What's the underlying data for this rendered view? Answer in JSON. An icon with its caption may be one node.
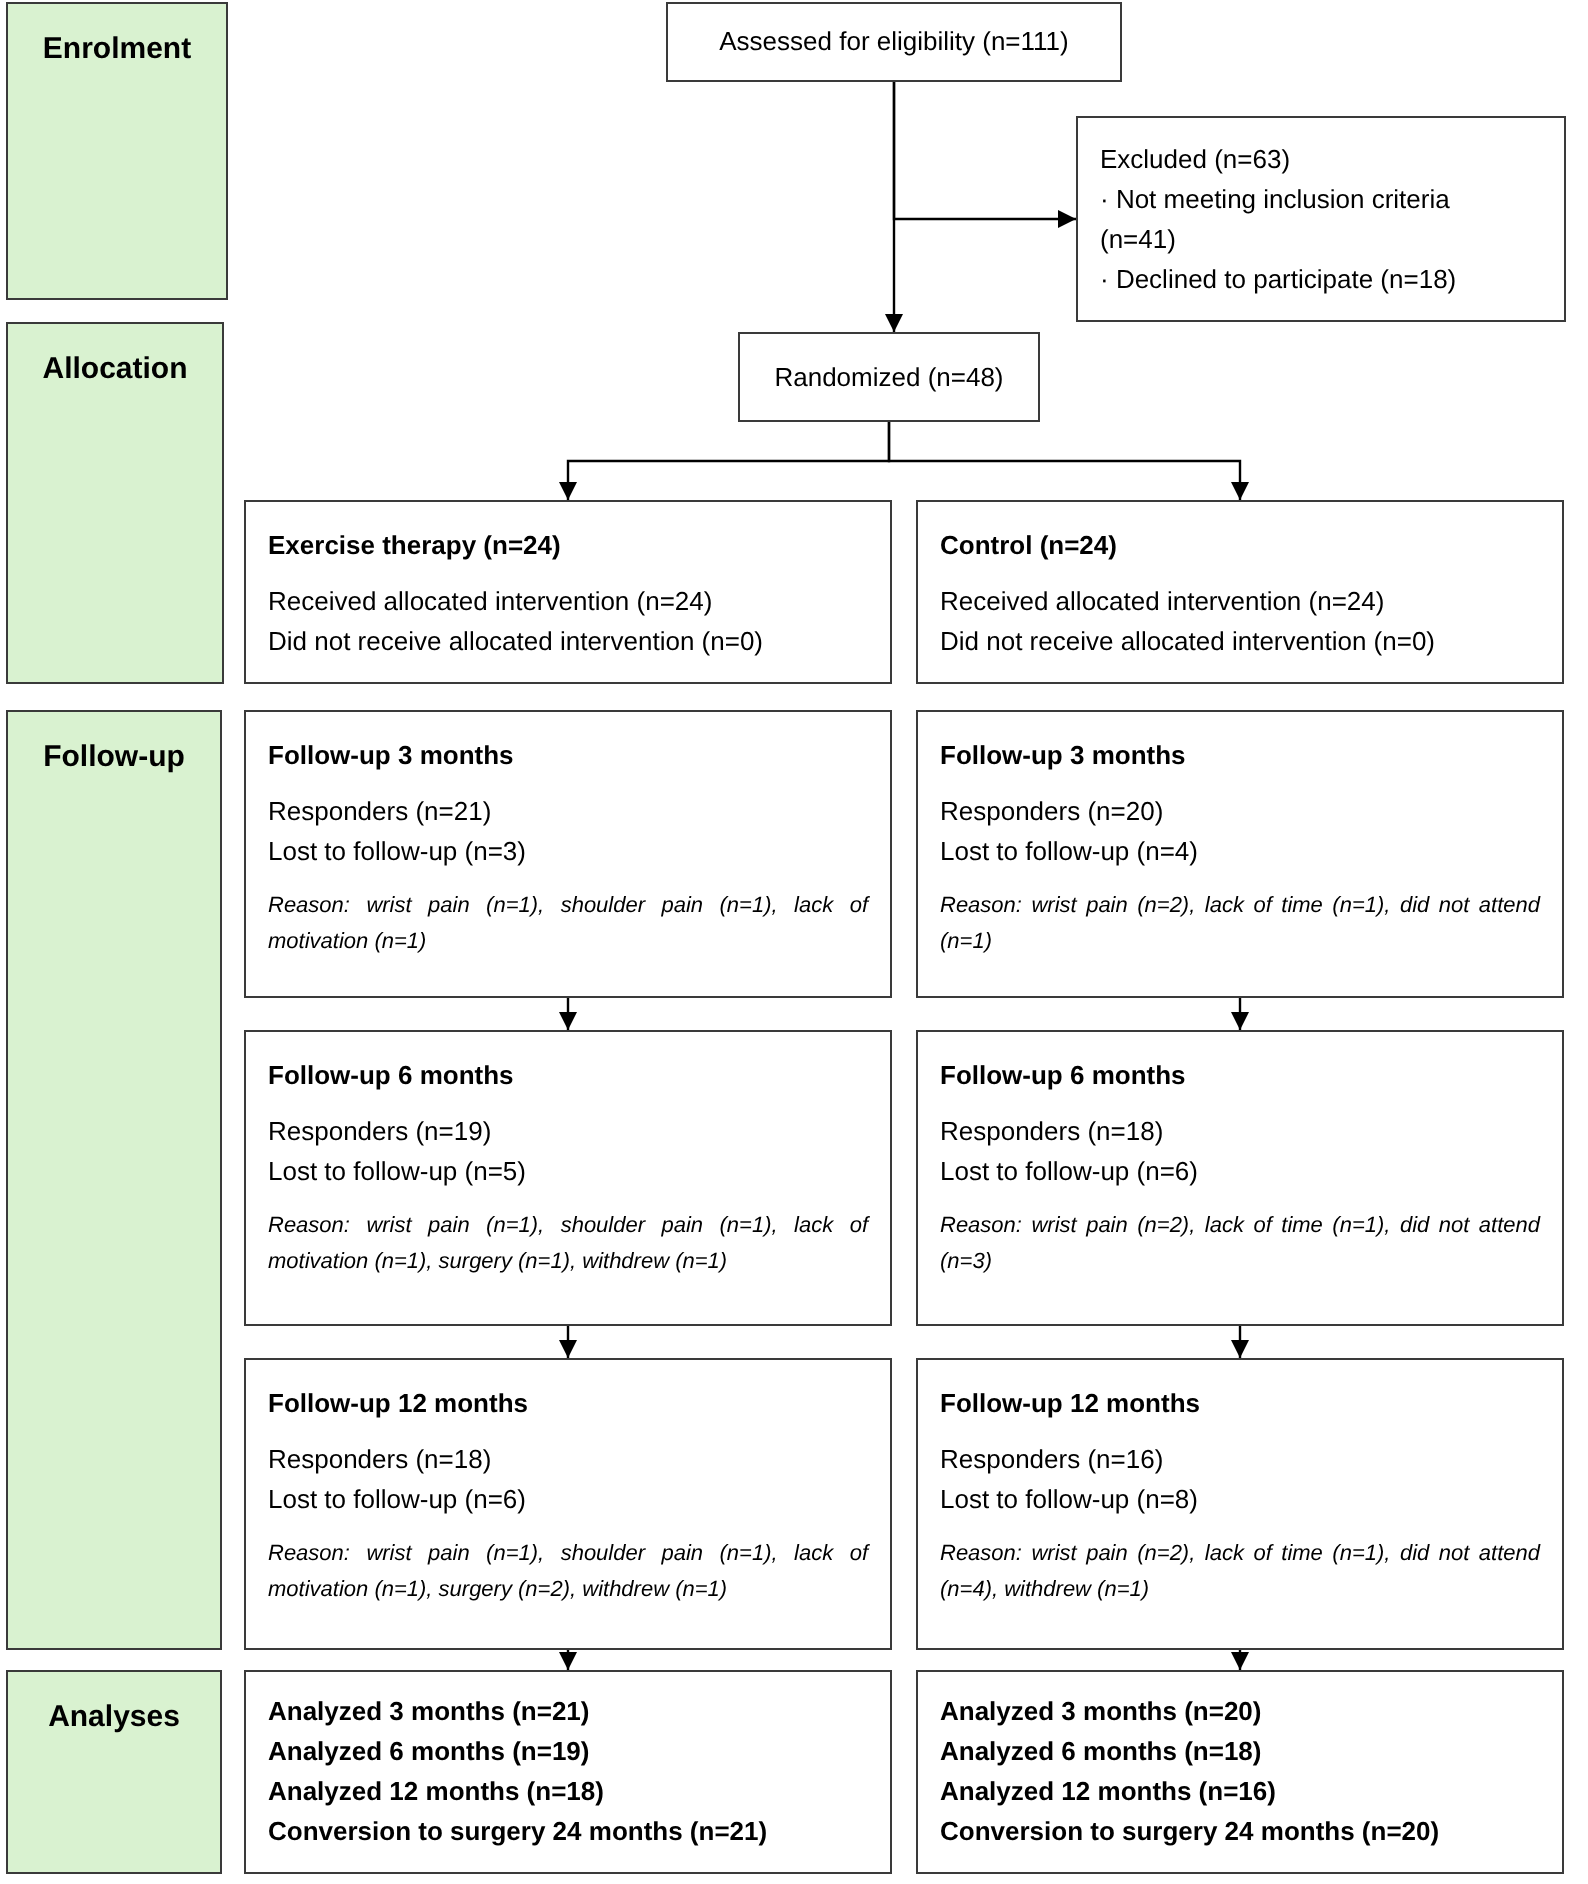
{
  "diagram": {
    "nodes": [
      {
        "text": [
          "Enrolment"
        ]
      },
      {
        "text": [
          "Assessed for eligibility (n=111)"
        ]
      },
      {
        "text": [
          "Excluded (n=63)",
          "· Not meeting inclusion criteria (n=41)",
          "· Declined to participate (n=18)"
        ]
      },
      {
        "text": [
          "Allocation"
        ]
      },
      {
        "text": [
          "Randomized (n=48)"
        ]
      },
      {
        "text": [
          "Exercise therapy (n=24)",
          "Received allocated intervention (n=24)",
          "Did not receive allocated intervention (n=0)"
        ]
      },
      {
        "text": [
          "Control (n=24)",
          "Received allocated intervention (n=24)",
          "Did not receive allocated intervention (n=0)"
        ]
      },
      {
        "text": [
          "Follow-up"
        ]
      },
      {
        "text": [
          "Follow-up 3 months",
          "Responders (n=21)",
          "Lost to follow-up (n=3)",
          "Reason: wrist pain (n=1), shoulder pain (n=1), lack of motivation (n=1)"
        ]
      },
      {
        "text": [
          "Follow-up 3 months",
          "Responders (n=20)",
          "Lost to follow-up (n=4)",
          "Reason: wrist pain (n=2), lack of time (n=1), did not attend (n=1)"
        ]
      },
      {
        "text": [
          "Follow-up 6 months",
          "Responders (n=19)",
          "Lost to follow-up (n=5)",
          "Reason: wrist pain (n=1), shoulder pain (n=1), lack of motivation (n=1), surgery (n=1), withdrew (n=1)"
        ]
      },
      {
        "text": [
          "Follow-up 6 months",
          "Responders (n=18)",
          "Lost to follow-up (n=6)",
          "Reason: wrist pain (n=2), lack of time (n=1), did not attend (n=3)"
        ]
      },
      {
        "text": [
          "Follow-up 12 months",
          "Responders (n=18)",
          "Lost to follow-up (n=6)",
          "Reason: wrist pain (n=1), shoulder pain (n=1), lack of motivation (n=1), surgery (n=2), withdrew (n=1)"
        ]
      },
      {
        "text": [
          "Follow-up 12 months",
          "Responders (n=16)",
          "Lost to follow-up (n=8)",
          "Reason: wrist pain (n=2), lack of time (n=1), did not attend (n=4), withdrew (n=1)"
        ]
      },
      {
        "text": [
          "Analyses"
        ]
      },
      {
        "text": [
          "Analyzed 3 months (n=21)",
          "Analyzed 6 months (n=19)",
          "Analyzed 12 months (n=18)",
          "Conversion to surgery 24 months (n=21)"
        ]
      },
      {
        "text": [
          "Analyzed 3 months (n=20)",
          "Analyzed 6 months (n=18)",
          "Analyzed 12 months (n=16)",
          "Conversion to surgery 24 months (n=20)"
        ]
      }
    ],
    "edges": [
      {
        "from": 1,
        "to": 4,
        "arrow": "to"
      },
      {
        "from": 1,
        "to": 2,
        "arrow": "to"
      },
      {
        "from": 4,
        "to": 5,
        "arrow": "to"
      },
      {
        "from": 4,
        "to": 6,
        "arrow": "to"
      },
      {
        "from": 8,
        "to": 10,
        "arrow": "to"
      },
      {
        "from": 9,
        "to": 11,
        "arrow": "to"
      },
      {
        "from": 10,
        "to": 12,
        "arrow": "to"
      },
      {
        "from": 11,
        "to": 13,
        "arrow": "to"
      },
      {
        "from": 12,
        "to": 15,
        "arrow": "to"
      },
      {
        "from": 13,
        "to": 16,
        "arrow": "to"
      }
    ]
  }
}
